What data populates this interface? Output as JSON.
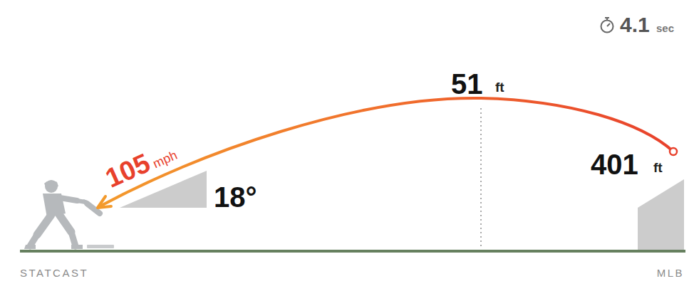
{
  "diagram": {
    "labels": [
      "4.1",
      "sec",
      "51",
      "ft",
      "105",
      "mph",
      "18°",
      "401",
      "ft",
      "STATCAST",
      "MLB"
    ]
  }
}
